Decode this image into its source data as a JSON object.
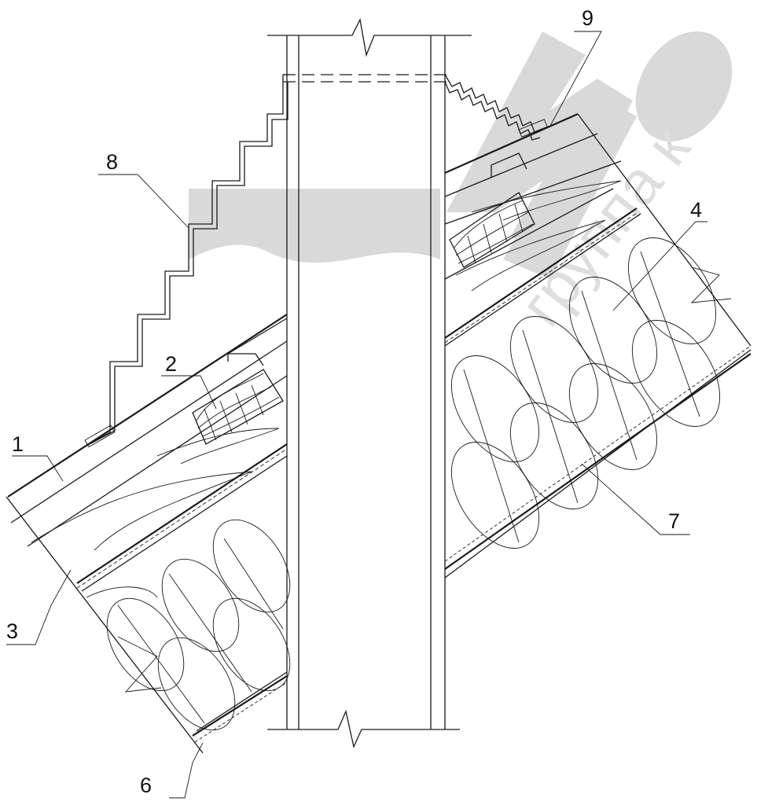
{
  "drawing": {
    "labels": [
      {
        "id": "1",
        "text": "1"
      },
      {
        "id": "2",
        "text": "2"
      },
      {
        "id": "3",
        "text": "3"
      },
      {
        "id": "4",
        "text": "4"
      },
      {
        "id": "6",
        "text": "6"
      },
      {
        "id": "7",
        "text": "7"
      },
      {
        "id": "8",
        "text": "8"
      },
      {
        "id": "9",
        "text": "9"
      }
    ],
    "watermark": {
      "caption": "группа к"
    }
  },
  "colors": {
    "line": "#1a1a1a",
    "watermark": "#d9d9d9",
    "background": "#ffffff"
  }
}
